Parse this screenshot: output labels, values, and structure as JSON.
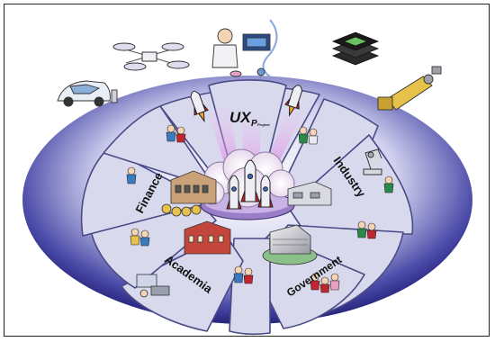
{
  "logo": {
    "main": "UX",
    "sub": "P",
    "tiny": "Project"
  },
  "sectors": {
    "finance": "Finance",
    "industry": "Industry",
    "academia": "Academia",
    "government": "Government"
  },
  "colors": {
    "ellipse_dark": "#2a2a8a",
    "ellipse_light": "#c9c9ee",
    "petal_fill": "#d7d7ec",
    "petal_stroke": "#4a4a86",
    "beam": "#e6a0e8",
    "rocket_body": "#e8e8ee",
    "rocket_accent": "#c0262d"
  },
  "icons": {
    "drone": "drone-icon",
    "researcher": "scientist-with-chip-icon",
    "chip": "processor-chip-icon",
    "car": "electric-car-icon",
    "robot_arm": "robot-arm-icon",
    "bank": "bank-building-icon",
    "university": "university-building-icon",
    "government_building": "government-building-icon",
    "factory": "factory-icon",
    "launchpad": "rocket-launch-pad-icon"
  }
}
